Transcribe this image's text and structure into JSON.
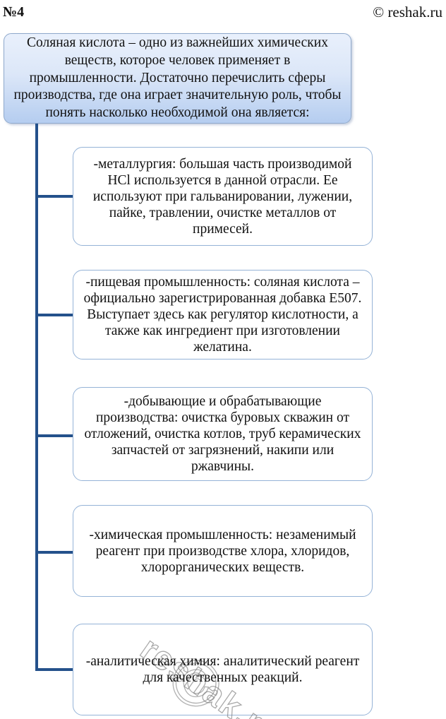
{
  "page": {
    "number_label": "№4",
    "copyright": "© reshak.ru"
  },
  "diagram": {
    "header": {
      "text": "Соляная кислота – одно из важнейших химических веществ, которое человек применяет в промышленности. Достаточно перечислить сферы производства, где она играет значительную роль, чтобы понять насколько необходимой она является:"
    },
    "items": [
      {
        "text": "-металлургия: большая часть производимой HCl используется в данной отрасли. Ее используют при гальванировании, лужении, пайке, травлении, очистке металлов от примесей."
      },
      {
        "text": "-пищевая промышленность: соляная кислота – официально зарегистрированная добавка Е507. Выступает здесь как регулятор кислотности, а также как ингредиент при изготовлении желатина."
      },
      {
        "text": "-добывающие и обрабатывающие производства: очистка буровых скважин от отложений, очистка котлов, труб керамических запчастей от загрязнений, накипи или ржавчины."
      },
      {
        "text": "-химическая промышленность: незаменимый реагент при производстве хлора, хлоридов, хлорорганических веществ."
      },
      {
        "text": "-аналитическая химия: аналитический реагент для качественных реакций."
      }
    ]
  },
  "watermark": {
    "text": "reshak.ru",
    "symbol": "©"
  },
  "colors": {
    "connector": "#24518B",
    "box_border": "#95B3D7",
    "header_border": "#8FA9CC",
    "header_gradient_top": "#E9F0FC",
    "header_gradient_bottom": "#B5CDF0",
    "text": "#111111"
  }
}
